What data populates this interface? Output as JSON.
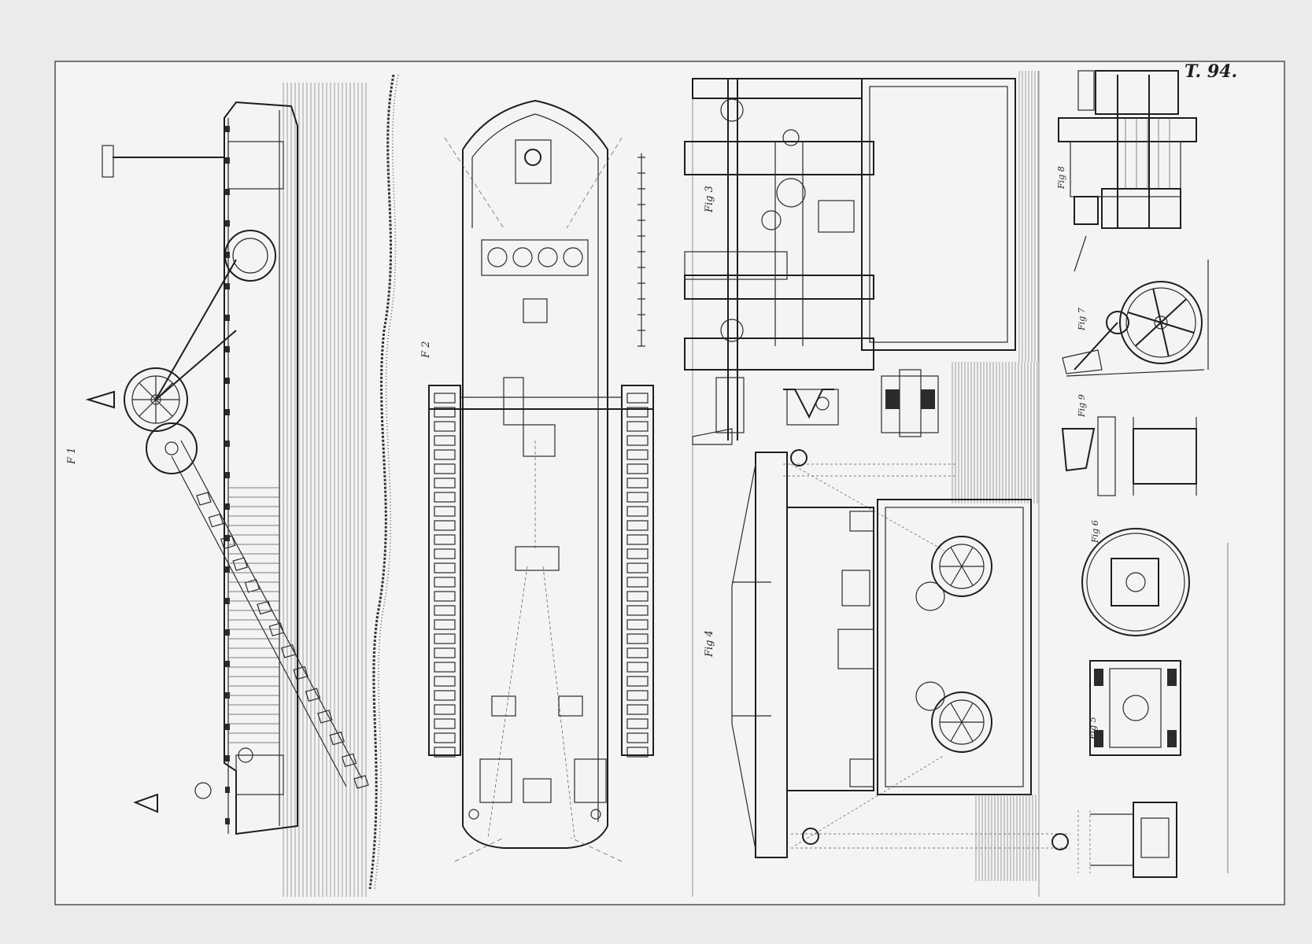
{
  "plate": {
    "number": "T. 94.",
    "background_color": "#e9ebec",
    "paper_color": "#f3f4f4",
    "ink_color": "#2b2b2b"
  },
  "figures": [
    {
      "id": "fig1",
      "label": "F 1"
    },
    {
      "id": "fig2",
      "label": "F 2"
    },
    {
      "id": "fig3",
      "label": "Fig 3"
    },
    {
      "id": "fig4",
      "label": "Fig 4"
    },
    {
      "id": "fig5",
      "label": "Fig 5"
    },
    {
      "id": "fig6",
      "label": "Fig 6"
    },
    {
      "id": "fig7",
      "label": "Fig 7"
    },
    {
      "id": "fig8",
      "label": "Fig 8"
    },
    {
      "id": "fig9",
      "label": "Fig 9"
    }
  ]
}
